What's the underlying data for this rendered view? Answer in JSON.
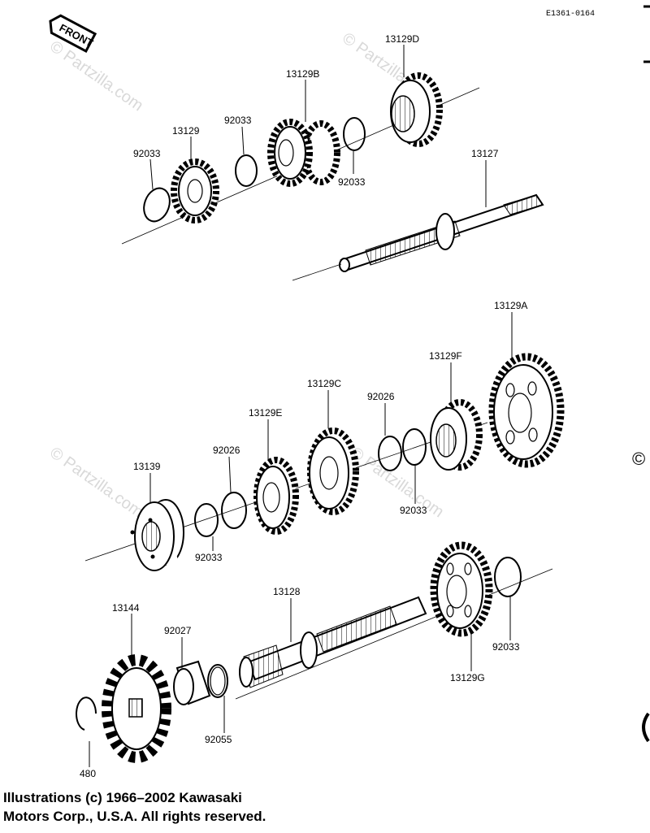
{
  "diagram_code": "E1361-0164",
  "front_label": "FRONT",
  "watermark": "© Partzilla.com",
  "edge_symbol": "©",
  "labels": {
    "p13129D": "13129D",
    "p13129B": "13129B",
    "p13129": "13129",
    "p92033_a": "92033",
    "p92033_b": "92033",
    "p92033_c": "92033",
    "p13127": "13127",
    "p13129A": "13129A",
    "p13129F": "13129F",
    "p13129C": "13129C",
    "p92026_a": "92026",
    "p13129E": "13129E",
    "p92026_b": "92026",
    "p13139": "13139",
    "p92033_d": "92033",
    "p92033_e": "92033",
    "p13144": "13144",
    "p92027": "92027",
    "p13128": "13128",
    "p92033_f": "92033",
    "p13129G": "13129G",
    "p92055": "92055",
    "p480": "480"
  },
  "copyright": {
    "line1": "Illustrations (c) 1966–2002 Kawasaki",
    "line2": "Motors Corp., U.S.A.  All rights reserved."
  }
}
